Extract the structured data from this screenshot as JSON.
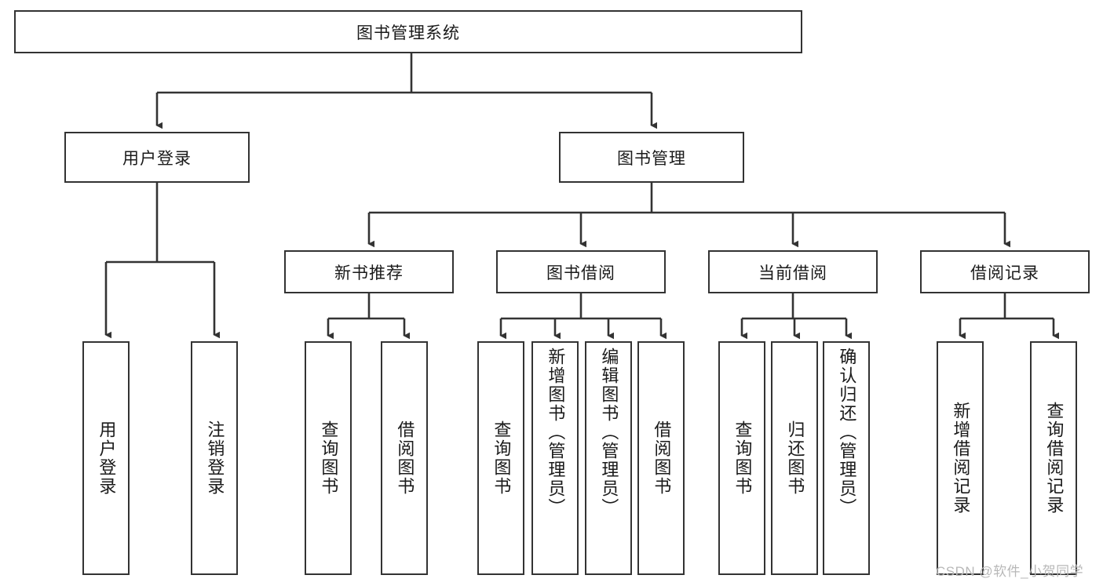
{
  "diagram": {
    "title": "图书管理系统",
    "type": "hierarchy-tree",
    "orientation": "top-down",
    "colors": {
      "box_border": "#333333",
      "box_fill": "#ffffff",
      "edge": "#333333",
      "text": "#1a1a1a",
      "watermark": "#b8b8b8"
    },
    "levels": {
      "root": {
        "label": "图书管理系统"
      },
      "level2": [
        {
          "label": "用户登录"
        },
        {
          "label": "图书管理"
        }
      ],
      "level3": [
        {
          "label": "新书推荐"
        },
        {
          "label": "图书借阅"
        },
        {
          "label": "当前借阅"
        },
        {
          "label": "借阅记录"
        }
      ],
      "leaves": {
        "user_login": [
          {
            "label": "用户登录"
          },
          {
            "label": "注销登录"
          }
        ],
        "new_book_recommend": [
          {
            "label": "查询图书"
          },
          {
            "label": "借阅图书"
          }
        ],
        "book_borrow": [
          {
            "label": "查询图书"
          },
          {
            "label": "新增图书（管理员）"
          },
          {
            "label": "编辑图书（管理员）"
          },
          {
            "label": "借阅图书"
          }
        ],
        "current_borrow": [
          {
            "label": "查询图书"
          },
          {
            "label": "归还图书"
          },
          {
            "label": "确认归还（管理员）"
          }
        ],
        "borrow_record": [
          {
            "label": "新增借阅记录"
          },
          {
            "label": "查询借阅记录"
          }
        ]
      }
    }
  },
  "watermark": {
    "text": "CSDN @软件_小贺同学"
  }
}
